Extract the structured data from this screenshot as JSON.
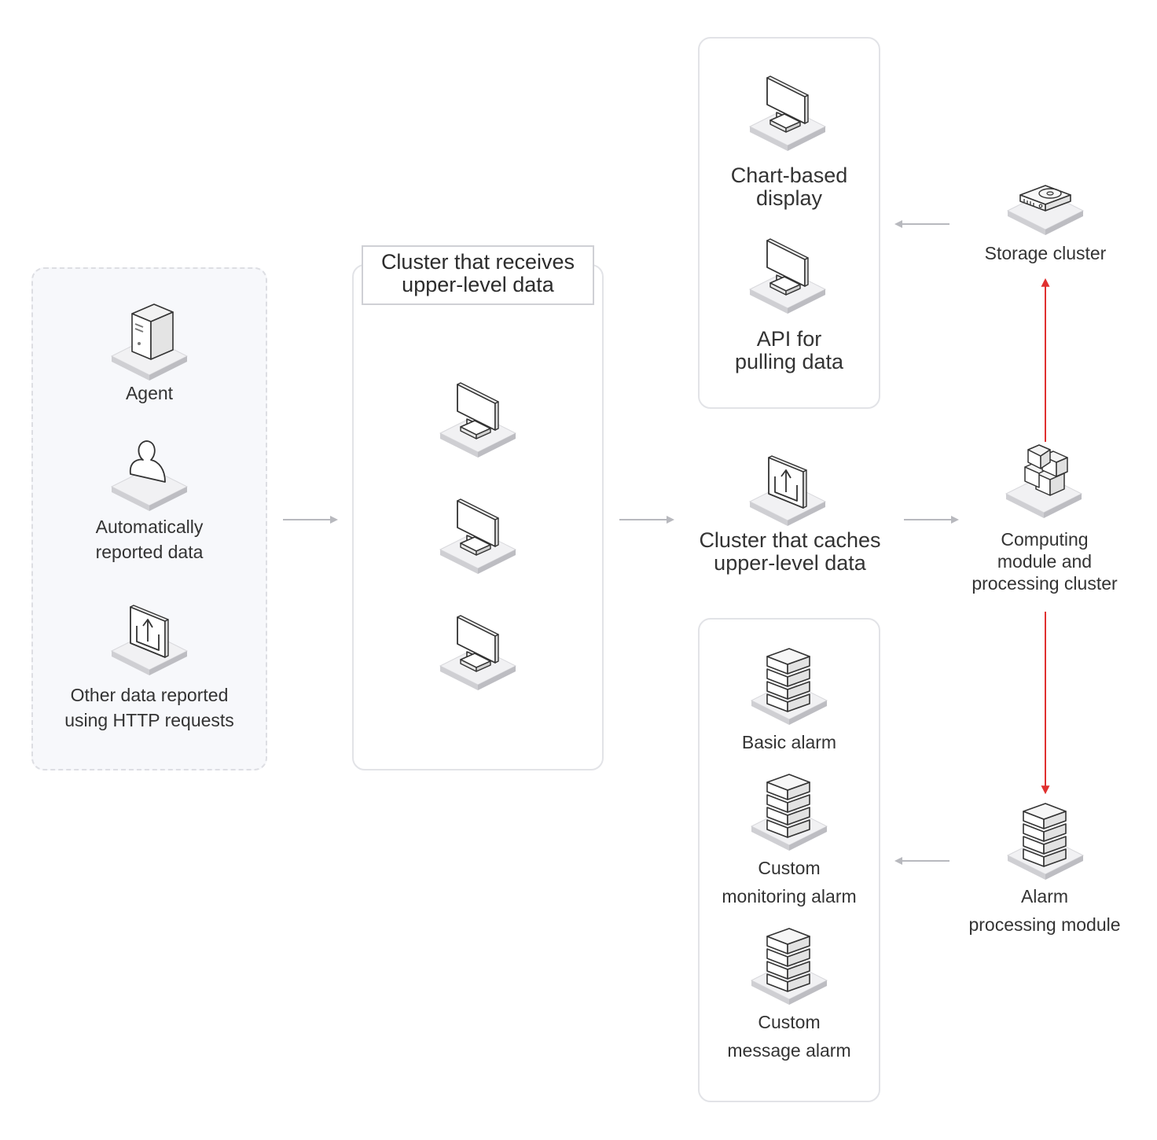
{
  "sources": {
    "agent": "Agent",
    "auto_line1": "Automatically",
    "auto_line2": "reported data",
    "http_line1": "Other data reported",
    "http_line2": "using HTTP requests"
  },
  "receive_cluster": {
    "title_line1": "Cluster that receives",
    "title_line2": "upper-level data"
  },
  "cache_cluster": {
    "line1": "Cluster that caches",
    "line2": "upper-level data"
  },
  "display": {
    "chart_line1": "Chart-based",
    "chart_line2": "display",
    "api_line1": "API for",
    "api_line2": "pulling data"
  },
  "storage": "Storage cluster",
  "computing": {
    "line1": "Computing",
    "line2": "module and",
    "line3": "processing cluster"
  },
  "alarms": {
    "basic": "Basic alarm",
    "custom_monitor_line1": "Custom",
    "custom_monitor_line2": "monitoring alarm",
    "custom_message_line1": "Custom",
    "custom_message_line2": "message alarm"
  },
  "alarm_module": {
    "line1": "Alarm",
    "line2": "processing module"
  },
  "colors": {
    "flow_arrow": "#b8b9be",
    "alarm_arrow": "#e0302f",
    "panel_border": "#e2e3e7"
  }
}
